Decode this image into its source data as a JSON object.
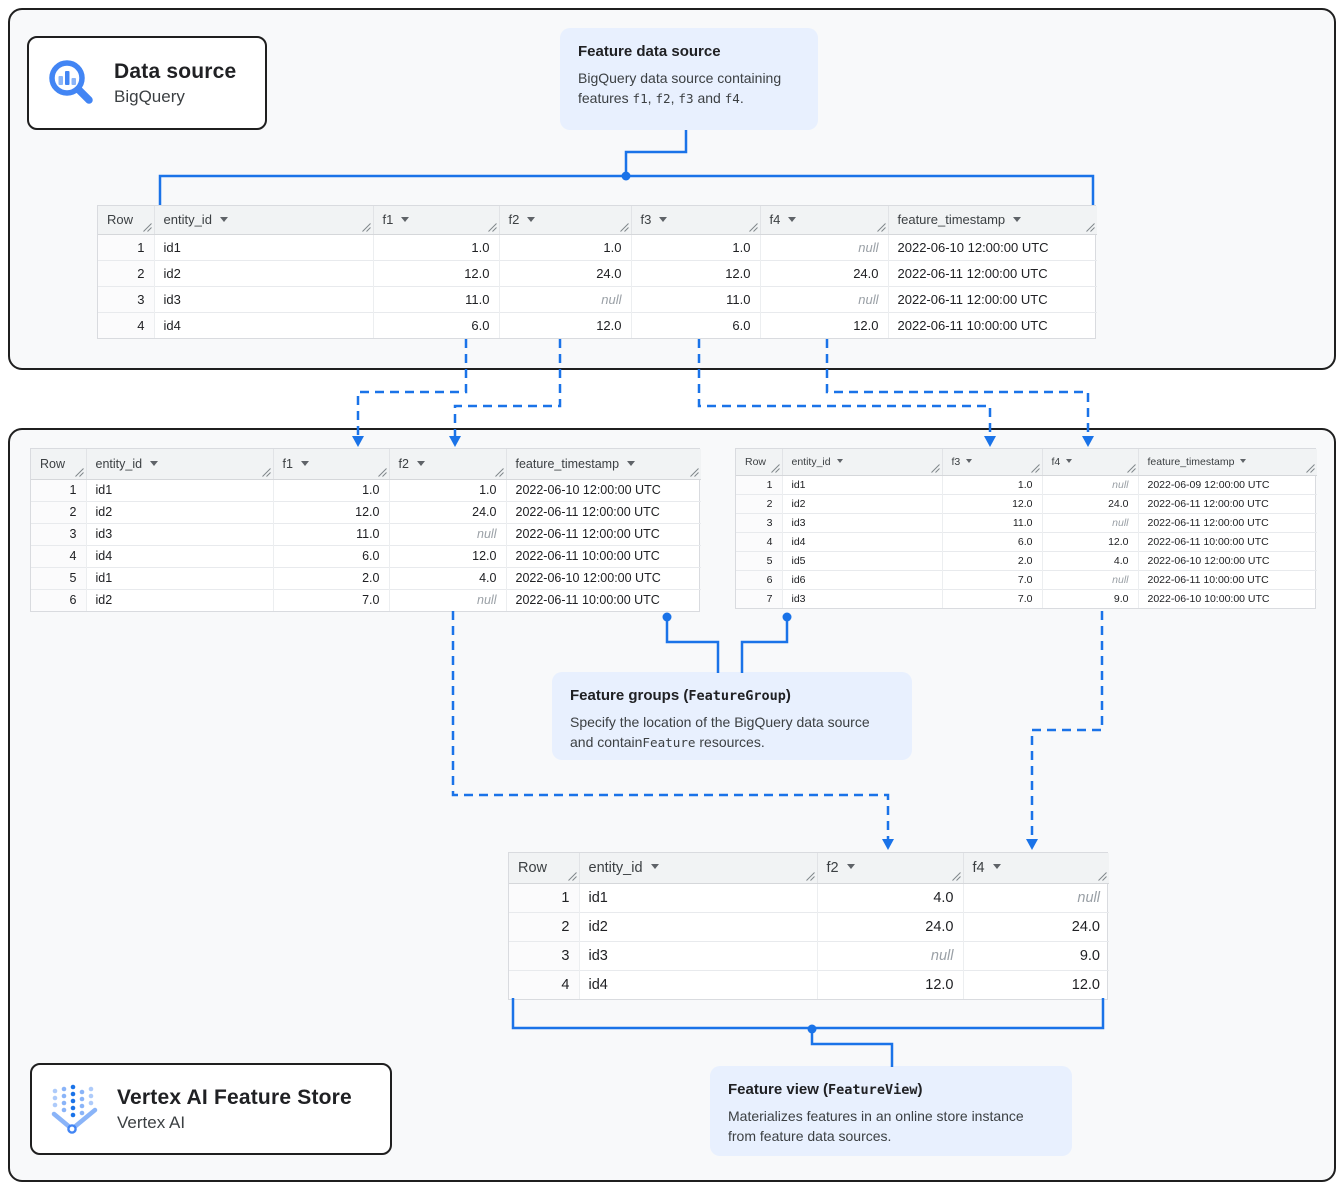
{
  "boxes": {
    "data_source": {
      "title": "Data source",
      "subtitle": "BigQuery",
      "icon": "bigquery-icon"
    },
    "feature_store": {
      "title": "Vertex AI Feature Store",
      "subtitle": "Vertex AI",
      "icon": "vertex-ai-icon"
    }
  },
  "callouts": {
    "feature_data_source": {
      "title_segments": [
        {
          "text": "Feature data source"
        }
      ],
      "body_segments": [
        {
          "text": "BigQuery data source containing features "
        },
        {
          "text": "f1",
          "mono": true
        },
        {
          "text": ", "
        },
        {
          "text": "f2",
          "mono": true
        },
        {
          "text": ", "
        },
        {
          "text": "f3",
          "mono": true
        },
        {
          "text": " and "
        },
        {
          "text": "f4",
          "mono": true
        },
        {
          "text": "."
        }
      ]
    },
    "feature_groups": {
      "title_segments": [
        {
          "text": "Feature groups ("
        },
        {
          "text": "FeatureGroup",
          "mono": true
        },
        {
          "text": ")"
        }
      ],
      "body_segments": [
        {
          "text": "Specify the location of the BigQuery data source and contain"
        },
        {
          "text": "Feature",
          "mono": true
        },
        {
          "text": " resources."
        }
      ]
    },
    "feature_view": {
      "title_segments": [
        {
          "text": "Feature view ("
        },
        {
          "text": "FeatureView",
          "mono": true
        },
        {
          "text": ")"
        }
      ],
      "body_segments": [
        {
          "text": "Materializes features in an online store instance from feature data sources."
        }
      ]
    }
  },
  "tables": {
    "source": {
      "columns": [
        {
          "label": "Row",
          "type": "rownum"
        },
        {
          "label": "entity_id",
          "type": "text",
          "dropdown": true
        },
        {
          "label": "f1",
          "type": "num",
          "dropdown": true
        },
        {
          "label": "f2",
          "type": "num",
          "dropdown": true
        },
        {
          "label": "f3",
          "type": "num",
          "dropdown": true
        },
        {
          "label": "f4",
          "type": "num",
          "dropdown": true
        },
        {
          "label": "feature_timestamp",
          "type": "text",
          "dropdown": true
        }
      ],
      "rows": [
        [
          "1",
          "id1",
          "1.0",
          "1.0",
          "1.0",
          null,
          "2022-06-10 12:00:00 UTC"
        ],
        [
          "2",
          "id2",
          "12.0",
          "24.0",
          "12.0",
          "24.0",
          "2022-06-11 12:00:00 UTC"
        ],
        [
          "3",
          "id3",
          "11.0",
          null,
          "11.0",
          null,
          "2022-06-11 12:00:00 UTC"
        ],
        [
          "4",
          "id4",
          "6.0",
          "12.0",
          "6.0",
          "12.0",
          "2022-06-11 10:00:00 UTC"
        ]
      ]
    },
    "group1": {
      "columns": [
        {
          "label": "Row",
          "type": "rownum"
        },
        {
          "label": "entity_id",
          "type": "text",
          "dropdown": true
        },
        {
          "label": "f1",
          "type": "num",
          "dropdown": true
        },
        {
          "label": "f2",
          "type": "num",
          "dropdown": true
        },
        {
          "label": "feature_timestamp",
          "type": "text",
          "dropdown": true
        }
      ],
      "rows": [
        [
          "1",
          "id1",
          "1.0",
          "1.0",
          "2022-06-10 12:00:00 UTC"
        ],
        [
          "2",
          "id2",
          "12.0",
          "24.0",
          "2022-06-11 12:00:00 UTC"
        ],
        [
          "3",
          "id3",
          "11.0",
          null,
          "2022-06-11 12:00:00 UTC"
        ],
        [
          "4",
          "id4",
          "6.0",
          "12.0",
          "2022-06-11 10:00:00 UTC"
        ],
        [
          "5",
          "id1",
          "2.0",
          "4.0",
          "2022-06-10 12:00:00 UTC"
        ],
        [
          "6",
          "id2",
          "7.0",
          null,
          "2022-06-11 10:00:00 UTC"
        ]
      ]
    },
    "group2": {
      "columns": [
        {
          "label": "Row",
          "type": "rownum"
        },
        {
          "label": "entity_id",
          "type": "text",
          "dropdown": true
        },
        {
          "label": "f3",
          "type": "num",
          "dropdown": true
        },
        {
          "label": "f4",
          "type": "num",
          "dropdown": true
        },
        {
          "label": "feature_timestamp",
          "type": "text",
          "dropdown": true
        }
      ],
      "rows": [
        [
          "1",
          "id1",
          "1.0",
          null,
          "2022-06-09 12:00:00 UTC"
        ],
        [
          "2",
          "id2",
          "12.0",
          "24.0",
          "2022-06-11 12:00:00 UTC"
        ],
        [
          "3",
          "id3",
          "11.0",
          null,
          "2022-06-11 12:00:00 UTC"
        ],
        [
          "4",
          "id4",
          "6.0",
          "12.0",
          "2022-06-11 10:00:00 UTC"
        ],
        [
          "5",
          "id5",
          "2.0",
          "4.0",
          "2022-06-10 12:00:00 UTC"
        ],
        [
          "6",
          "id6",
          "7.0",
          null,
          "2022-06-11 10:00:00 UTC"
        ],
        [
          "7",
          "id3",
          "7.0",
          "9.0",
          "2022-06-10 10:00:00 UTC"
        ]
      ]
    },
    "view": {
      "columns": [
        {
          "label": "Row",
          "type": "rownum"
        },
        {
          "label": "entity_id",
          "type": "text",
          "dropdown": true
        },
        {
          "label": "f2",
          "type": "num",
          "dropdown": true
        },
        {
          "label": "f4",
          "type": "num",
          "dropdown": true
        }
      ],
      "rows": [
        [
          "1",
          "id1",
          "4.0",
          null
        ],
        [
          "2",
          "id2",
          "24.0",
          "24.0"
        ],
        [
          "3",
          "id3",
          null,
          "9.0"
        ],
        [
          "4",
          "id4",
          "12.0",
          "12.0"
        ]
      ]
    }
  },
  "misc": {
    "null_display": "null"
  },
  "colors": {
    "connector_blue": "#1a73e8",
    "callout_bg": "#e8f0fe",
    "table_header_bg": "#f1f3f4",
    "frame_bg": "#f8f9fa",
    "frame_border": "#1f1f1f",
    "null_text": "#9aa0a6"
  }
}
